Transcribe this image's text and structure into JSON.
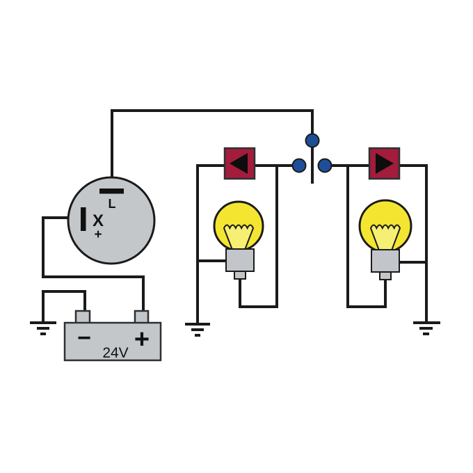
{
  "diagram": {
    "relay": {
      "label_top_terminal": "L",
      "label_side_terminal": "X",
      "label_side_polarity": "+"
    },
    "battery": {
      "label_negative": "−",
      "label_positive": "+",
      "label_voltage": "24V"
    }
  },
  "colors": {
    "wire": "#1a1a1a",
    "component_gray": "#c4c7ca",
    "socket_gray": "#c2c5c9",
    "indicator_red": "#a31c3c",
    "switch_blue": "#1e4f96",
    "bulb_yellow": "#f4e531",
    "filament_yellow": "#f7ef73",
    "arrow_black": "#0d0d0d",
    "background": "#ffffff"
  }
}
